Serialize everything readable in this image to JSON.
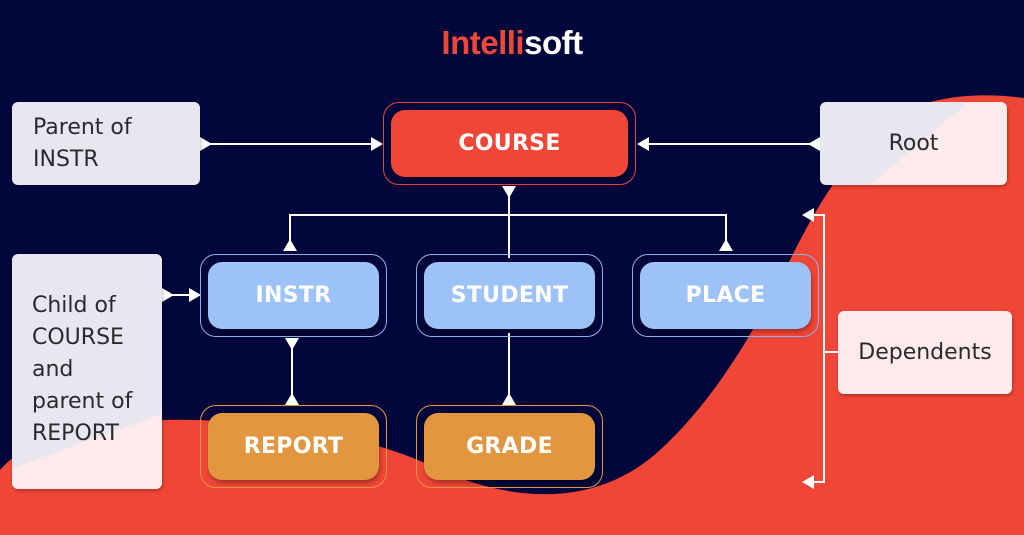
{
  "brand": {
    "name_part1": "Intelli",
    "name_part2": "soft"
  },
  "colors": {
    "background": "#02073b",
    "wave": "#f04637",
    "root_node": "#f04637",
    "child_node": "#9cc2f7",
    "grandchild_node": "#e39640",
    "label_box": "#e8e7ef",
    "connector": "#ffffff"
  },
  "nodes": {
    "course": "COURSE",
    "instr": "INSTR",
    "student": "STUDENT",
    "place": "PLACE",
    "report": "REPORT",
    "grade": "GRADE"
  },
  "labels": {
    "parent_of_instr": [
      "Parent of",
      "INSTR"
    ],
    "root": "Root",
    "child_of_course": [
      "Child of",
      "COURSE",
      "and",
      "parent of",
      "REPORT"
    ],
    "dependents": "Dependents"
  }
}
